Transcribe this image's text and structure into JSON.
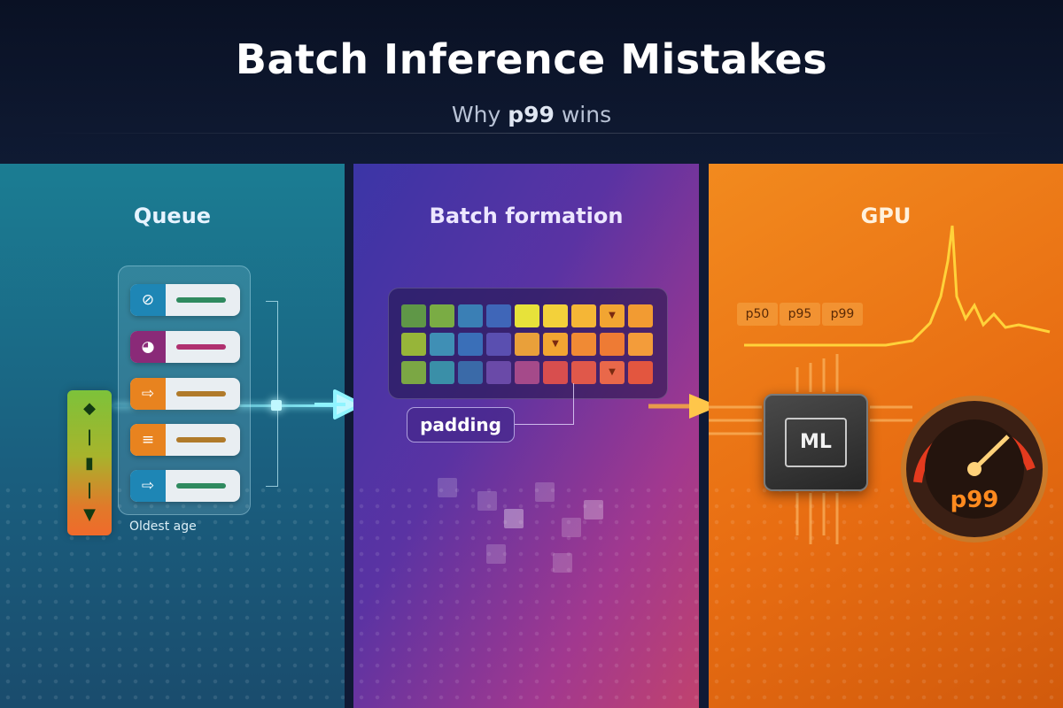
{
  "header": {
    "title": "Batch Inference Mistakes",
    "subtitle_prefix": "Why ",
    "subtitle_emphasis": "p99",
    "subtitle_suffix": " wins"
  },
  "panels": {
    "queue": {
      "title": "Queue",
      "oldest_age_label": "Oldest age",
      "items": [
        {
          "icon": "no-entry-icon",
          "color": "#1e86b5",
          "bar": "#2f8a5f"
        },
        {
          "icon": "gauge-icon",
          "color": "#8a2a78",
          "bar": "#b0306f"
        },
        {
          "icon": "enter-icon",
          "color": "#e8831f",
          "bar": "#b07a2a"
        },
        {
          "icon": "rail-icon",
          "color": "#e8831f",
          "bar": "#b07a2a"
        },
        {
          "icon": "enter-icon",
          "color": "#1e86b5",
          "bar": "#2f8a5f"
        }
      ]
    },
    "batch": {
      "title": "Batch formation",
      "padding_label": "padding"
    },
    "gpu": {
      "title": "GPU",
      "percentiles": [
        "p50",
        "p95",
        "p99"
      ],
      "chip_label": "ML",
      "gauge_label": "p99"
    }
  },
  "colors": {
    "queue_panel": "#1b7d93",
    "batch_panel": "#5a33a3",
    "gpu_panel": "#e86d12",
    "spike_line": "#ffd23a",
    "flow_arrow": "#8ff4ff"
  }
}
